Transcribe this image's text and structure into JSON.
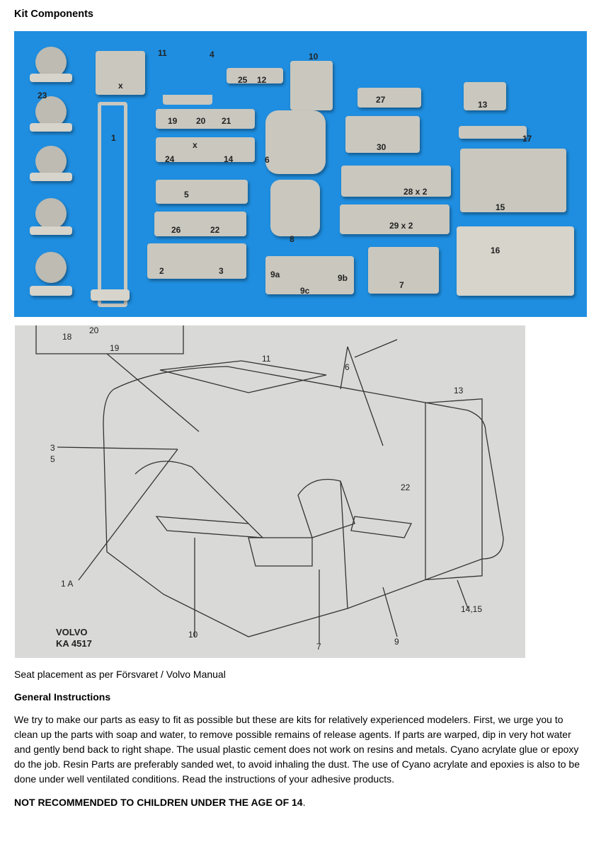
{
  "heading": "Kit Components",
  "photo_labels": [
    "23",
    "x",
    "11",
    "4",
    "25",
    "12",
    "10",
    "27",
    "13",
    "1",
    "19",
    "20",
    "21",
    "x",
    "24",
    "14",
    "6",
    "30",
    "17",
    "5",
    "28 x 2",
    "15",
    "26",
    "22",
    "8",
    "29 x 2",
    "16",
    "2",
    "3",
    "9a",
    "9b",
    "9c",
    "7"
  ],
  "diagram_labels": [
    "20",
    "18",
    "19",
    "11",
    "6",
    "13",
    "3",
    "5",
    "22",
    "1 A",
    "10",
    "7",
    "9",
    "14,15",
    "VOLVO",
    "KA 4517"
  ],
  "caption": "Seat placement as per Försvaret / Volvo Manual",
  "general_heading": "General Instructions",
  "general_text": "We try to make our parts as easy to fit as possible but these are kits for relatively experienced modelers. First, we urge you to clean up the parts with soap and water, to remove possible remains of release agents. If parts are warped, dip in very hot water and gently bend back to right shape. The usual plastic cement does not work on resins and metals. Cyano acrylate glue or epoxy do the job. Resin Parts are preferably sanded wet, to avoid inhaling the dust. The use of Cyano acrylate and epoxies is also to be done under well ventilated conditions. Read the instructions of your adhesive products.",
  "warning": "NOT RECOMMENDED TO CHILDREN UNDER THE AGE OF 14",
  "warning_suffix": "."
}
